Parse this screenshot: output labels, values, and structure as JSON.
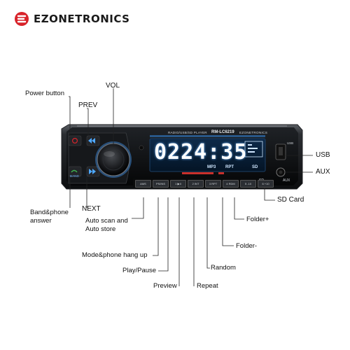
{
  "brand": {
    "name": "EZONETRONICS",
    "accent": "#d8232a"
  },
  "device": {
    "subtitle": "RADIO/USB/SD PLAYER",
    "model": "RM-LC6219",
    "logo_text": "EZONETRONICS",
    "display_text": "0224:35",
    "display_tags": [
      "MP3",
      "RPT",
      "SD"
    ],
    "small_labels": {
      "band": "BAND",
      "sd": "SD",
      "aux": "AUX",
      "usb_mark": "USB"
    },
    "lcd_color": "#4ea8ff",
    "buttons": [
      "AMS",
      "PS/INS",
      "1 ▶II",
      "2 INT",
      "3 RPT",
      "4 RDM",
      "5 -10",
      "6 +10"
    ]
  },
  "labels": {
    "power": "Power button",
    "prev": "PREV",
    "vol": "VOL",
    "usb": "USB",
    "aux": "AUX",
    "sd_card": "SD Card",
    "band_phone_1": "Band&phone",
    "band_phone_2": "answer",
    "next": "NEXT",
    "auto_scan_1": "Auto scan and",
    "auto_scan_2": "Auto store",
    "folder_plus": "Folder+",
    "mode_phone": "Mode&phone hang up",
    "folder_minus": "Folder-",
    "play_pause": "Play/Pause",
    "random": "Random",
    "preview": "Preview",
    "repeat": "Repeat"
  }
}
